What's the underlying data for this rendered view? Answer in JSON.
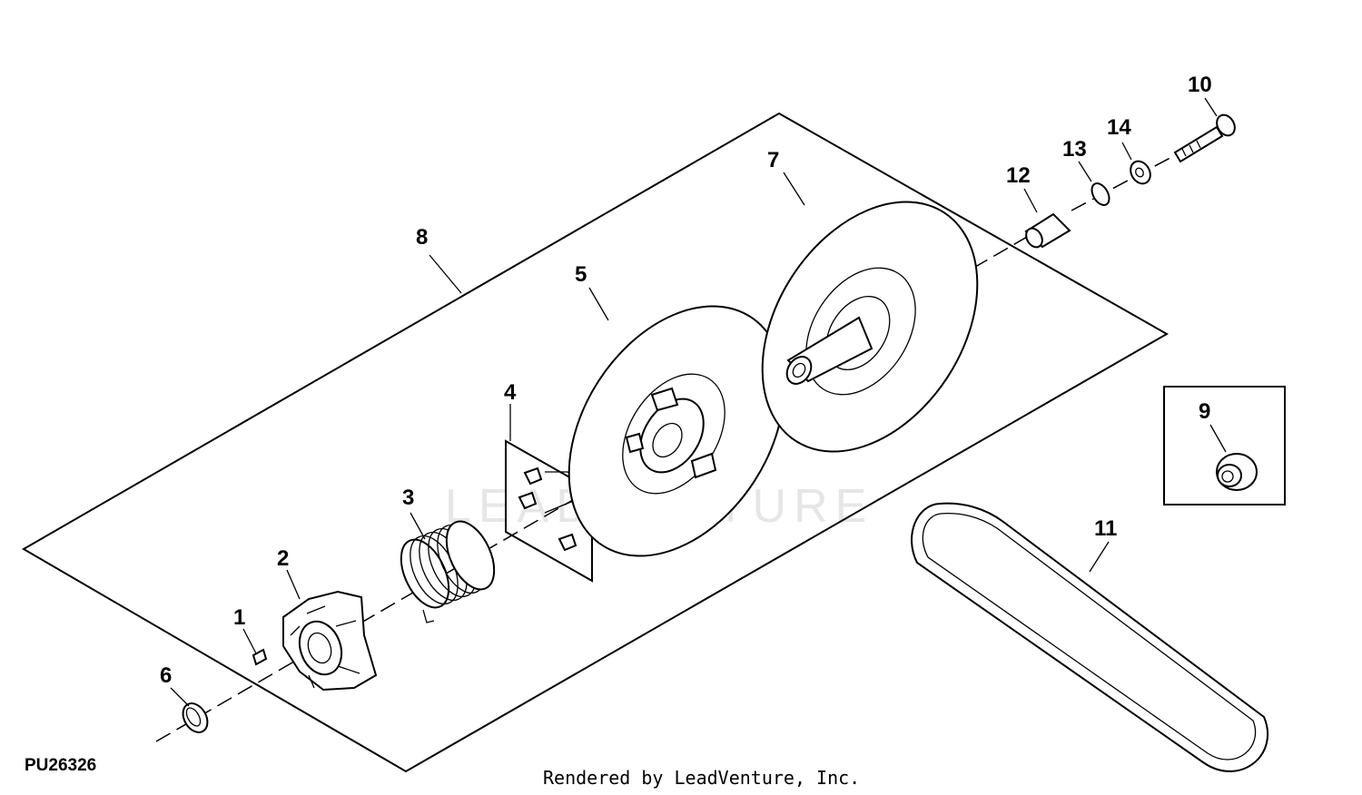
{
  "figure_id": "PU26326",
  "footer": "Rendered by LeadVenture, Inc.",
  "watermark": "LEADVENTURE",
  "callouts": {
    "c1": "1",
    "c2": "2",
    "c3": "3",
    "c4": "4",
    "c5": "5",
    "c6": "6",
    "c7": "7",
    "c8": "8",
    "c9": "9",
    "c10": "10",
    "c11": "11",
    "c12": "12",
    "c13": "13",
    "c14": "14"
  }
}
